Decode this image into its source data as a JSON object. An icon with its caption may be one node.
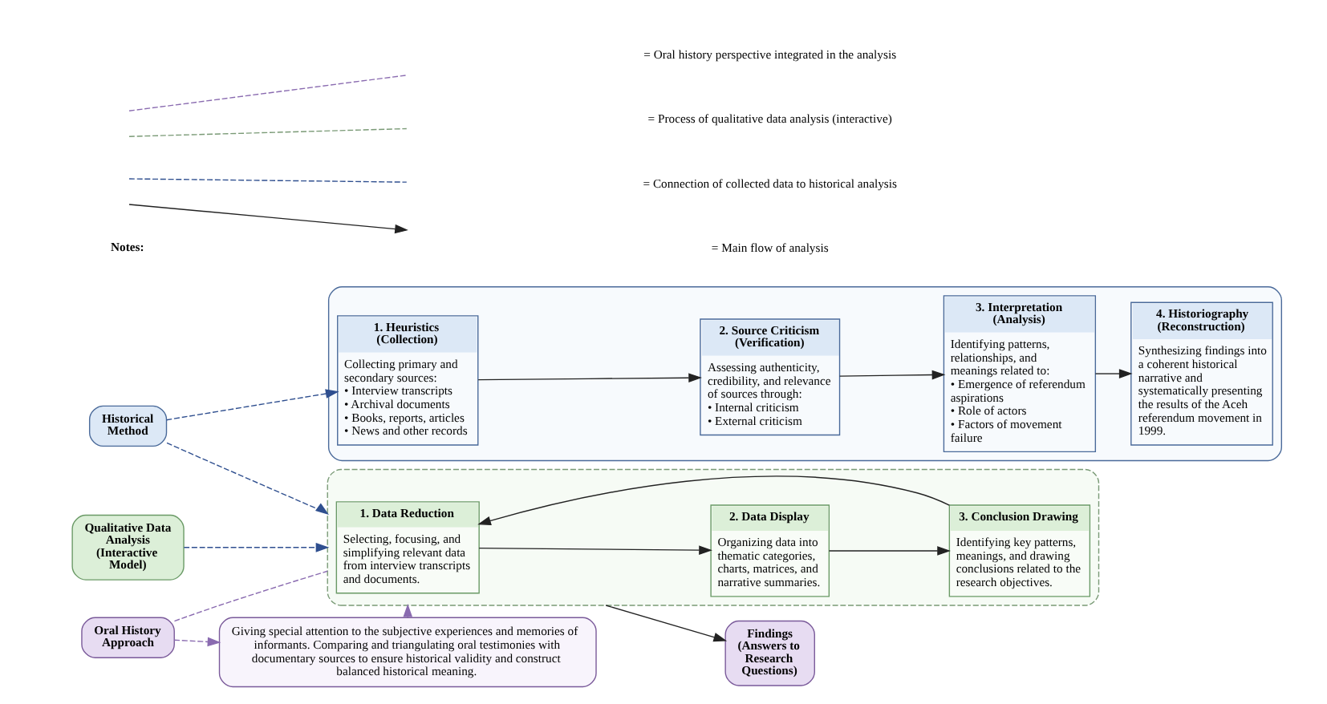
{
  "diagram": {
    "nodes": [
      {
        "text": [
          "Historical Method"
        ]
      },
      {
        "text": [],
        "shape": "box"
      },
      {
        "text": [
          "1. Heuristics (Collection)",
          "Collecting primary and secondary sources:",
          "• Interview transcripts",
          "• Archival documents",
          "• Books, reports, articles",
          "• News and other records"
        ],
        "in": 1
      },
      {
        "text": [
          "2. Source Criticism (Verification)",
          "Assessing authenticity, credibility, and relevance of sources through:",
          "• Internal criticism",
          "• External criticism"
        ],
        "in": 1
      },
      {
        "text": [
          "3. Interpretation (Analysis)",
          "Identifying patterns, relationships, and meanings related to:",
          "• Emergence of referendum aspirations",
          "• Role of actors",
          "• Factors of movement failure"
        ],
        "in": 1
      },
      {
        "text": [
          "4. Historiography (Reconstruction)",
          "Synthesizing findings into a coherent historical narrative and systematically presenting the results of the Aceh referendum movement in 1999."
        ],
        "in": 1
      },
      {
        "text": [
          "Qualitative Data Analysis (Interactive Model)"
        ]
      },
      {
        "text": [],
        "shape": "box"
      },
      {
        "text": [
          "1. Data Reduction",
          "Selecting, focusing, and simplifying relevant data from interview transcripts and documents."
        ],
        "in": 7
      },
      {
        "text": [
          "2. Data Display",
          "Organizing data into thematic categories, charts, matrices, and narrative summaries."
        ],
        "in": 7
      },
      {
        "text": [
          "3. Conclusion Drawing",
          "Identifying key patterns, meanings, and drawing conclusions related to the research objectives."
        ],
        "in": 7
      },
      {
        "text": [
          "Findings (Answers to Research Questions)"
        ]
      },
      {
        "text": [
          "Oral History Approach"
        ]
      },
      {
        "text": [
          "Giving special attention to the subjective experiences and memories of informants. Comparing and triangulating oral testimonies with documentary sources to ensure historical validity and construct balanced historical meaning."
        ]
      }
    ],
    "edges": [
      {
        "from": 0,
        "to": 2,
        "arrow": "to",
        "style": "dashed",
        "color": "#2f4f8f"
      },
      {
        "from": 0,
        "to": 7,
        "arrow": "to",
        "style": "dashed",
        "color": "#2f4f8f"
      },
      {
        "from": 2,
        "to": 3,
        "arrow": "to"
      },
      {
        "from": 3,
        "to": 4,
        "arrow": "to"
      },
      {
        "from": 4,
        "to": 5,
        "arrow": "to"
      },
      {
        "from": 6,
        "to": 7,
        "arrow": "to",
        "style": "dashed",
        "color": "#2f4f8f"
      },
      {
        "from": 8,
        "to": 9,
        "arrow": "to"
      },
      {
        "from": 9,
        "to": 10,
        "arrow": "to"
      },
      {
        "from": 10,
        "to": 8,
        "arrow": "to"
      },
      {
        "from": 7,
        "to": 11,
        "arrow": "to"
      },
      {
        "from": 12,
        "to": 13,
        "arrow": "to",
        "style": "dashed",
        "color": "#8a6bb0"
      },
      {
        "from": 12,
        "to": 7,
        "arrow": "none",
        "style": "dashed",
        "color": "#8a6bb0"
      },
      {
        "from": 13,
        "to": 7,
        "arrow": "to",
        "style": "dashed",
        "color": "#8a6bb0"
      }
    ],
    "labels": [
      "Notes:"
    ],
    "legend": [
      {
        "text": "= Main flow of analysis"
      },
      {
        "text": "= Connection of collected data to historical analysis"
      },
      {
        "text": "= Process of qualitative data analysis (interactive)"
      },
      {
        "text": "= Oral history perspective integrated in the analysis"
      }
    ]
  }
}
